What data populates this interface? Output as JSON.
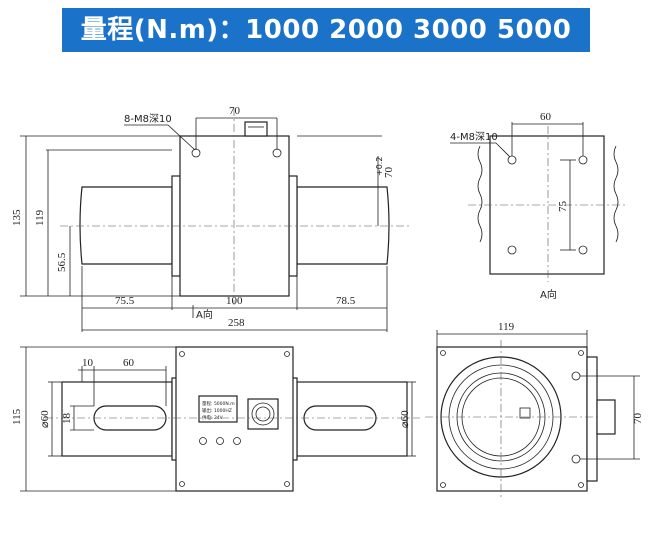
{
  "header": {
    "title": "量程(N.m)：1000   2000   3000  5000",
    "bg_color": "#1b73c9",
    "text_color": "#ffffff"
  },
  "front_view": {
    "hole_callout": "8-M8深10",
    "dim_top_width": "70",
    "dim_total_height": "135",
    "dim_shaft_height": "119",
    "dim_center_height": "56.5",
    "dim_left_shaft": "75.5",
    "dim_body_width": "100",
    "dim_right_shaft": "78.5",
    "dim_total_length": "258",
    "dim_tol_upper": "+0.2",
    "dim_tol_base": "70",
    "view_a_label": "A向"
  },
  "side_view": {
    "hole_callout": "4-M8深10",
    "dim_width": "60",
    "dim_height": "75",
    "view_label": "A向"
  },
  "top_view": {
    "dim_total_height": "115",
    "dim_shaft_dia_left": "⌀60",
    "dim_key_width": "18",
    "dim_key_offset": "10",
    "dim_key_length": "60",
    "dim_shaft_dia_right": "⌀60",
    "nameplate_line1": "量程: 5000N.m",
    "nameplate_line2": "输出: 1000HZ",
    "nameplate_line3": "供电: 24V"
  },
  "end_view": {
    "dim_width": "119",
    "dim_connector_height": "70"
  }
}
